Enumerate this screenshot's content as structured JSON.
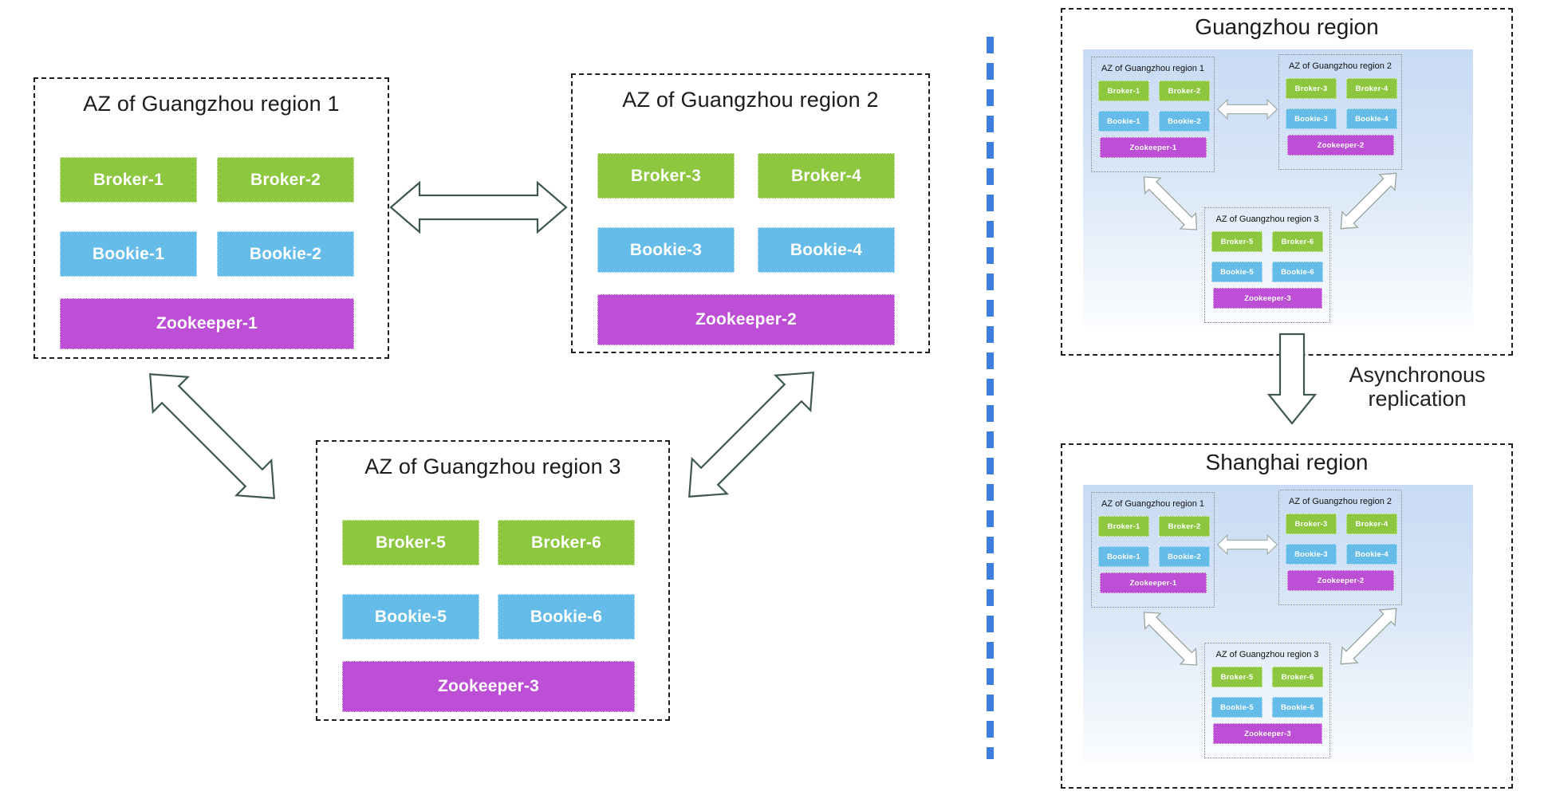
{
  "colors": {
    "broker": "#8dc63f",
    "bookie": "#66bce8",
    "zookeeper": "#bd4ed6",
    "arrow_outline": "#3f584f",
    "mini_arrow_outline": "#98a59f",
    "divider_blue": "#3e7ede",
    "title_text": "#1c1c1c",
    "node_text": "#ffffff"
  },
  "left_azs": [
    {
      "title": "AZ of Guangzhou region 1",
      "brokers": [
        "Broker-1",
        "Broker-2"
      ],
      "bookies": [
        "Bookie-1",
        "Bookie-2"
      ],
      "zookeeper": "Zookeeper-1"
    },
    {
      "title": "AZ of Guangzhou region 2",
      "brokers": [
        "Broker-3",
        "Broker-4"
      ],
      "bookies": [
        "Bookie-3",
        "Bookie-4"
      ],
      "zookeeper": "Zookeeper-2"
    },
    {
      "title": "AZ of Guangzhou region 3",
      "brokers": [
        "Broker-5",
        "Broker-6"
      ],
      "bookies": [
        "Bookie-5",
        "Bookie-6"
      ],
      "zookeeper": "Zookeeper-3"
    }
  ],
  "regions": [
    {
      "title": "Guangzhou region",
      "azs": [
        {
          "title": "AZ of Guangzhou region 1",
          "brokers": [
            "Broker-1",
            "Broker-2"
          ],
          "bookies": [
            "Bookie-1",
            "Bookie-2"
          ],
          "zookeeper": "Zookeeper-1"
        },
        {
          "title": "AZ of Guangzhou region 2",
          "brokers": [
            "Broker-3",
            "Broker-4"
          ],
          "bookies": [
            "Bookie-3",
            "Bookie-4"
          ],
          "zookeeper": "Zookeeper-2"
        },
        {
          "title": "AZ of Guangzhou region 3",
          "brokers": [
            "Broker-5",
            "Broker-6"
          ],
          "bookies": [
            "Bookie-5",
            "Bookie-6"
          ],
          "zookeeper": "Zookeeper-3"
        }
      ]
    },
    {
      "title": "Shanghai region",
      "azs": [
        {
          "title": "AZ of Guangzhou region 1",
          "brokers": [
            "Broker-1",
            "Broker-2"
          ],
          "bookies": [
            "Bookie-1",
            "Bookie-2"
          ],
          "zookeeper": "Zookeeper-1"
        },
        {
          "title": "AZ of Guangzhou region 2",
          "brokers": [
            "Broker-3",
            "Broker-4"
          ],
          "bookies": [
            "Bookie-3",
            "Bookie-4"
          ],
          "zookeeper": "Zookeeper-2"
        },
        {
          "title": "AZ of Guangzhou region 3",
          "brokers": [
            "Broker-5",
            "Broker-6"
          ],
          "bookies": [
            "Bookie-5",
            "Bookie-6"
          ],
          "zookeeper": "Zookeeper-3"
        }
      ]
    }
  ],
  "replication_label": "Asynchronous replication"
}
